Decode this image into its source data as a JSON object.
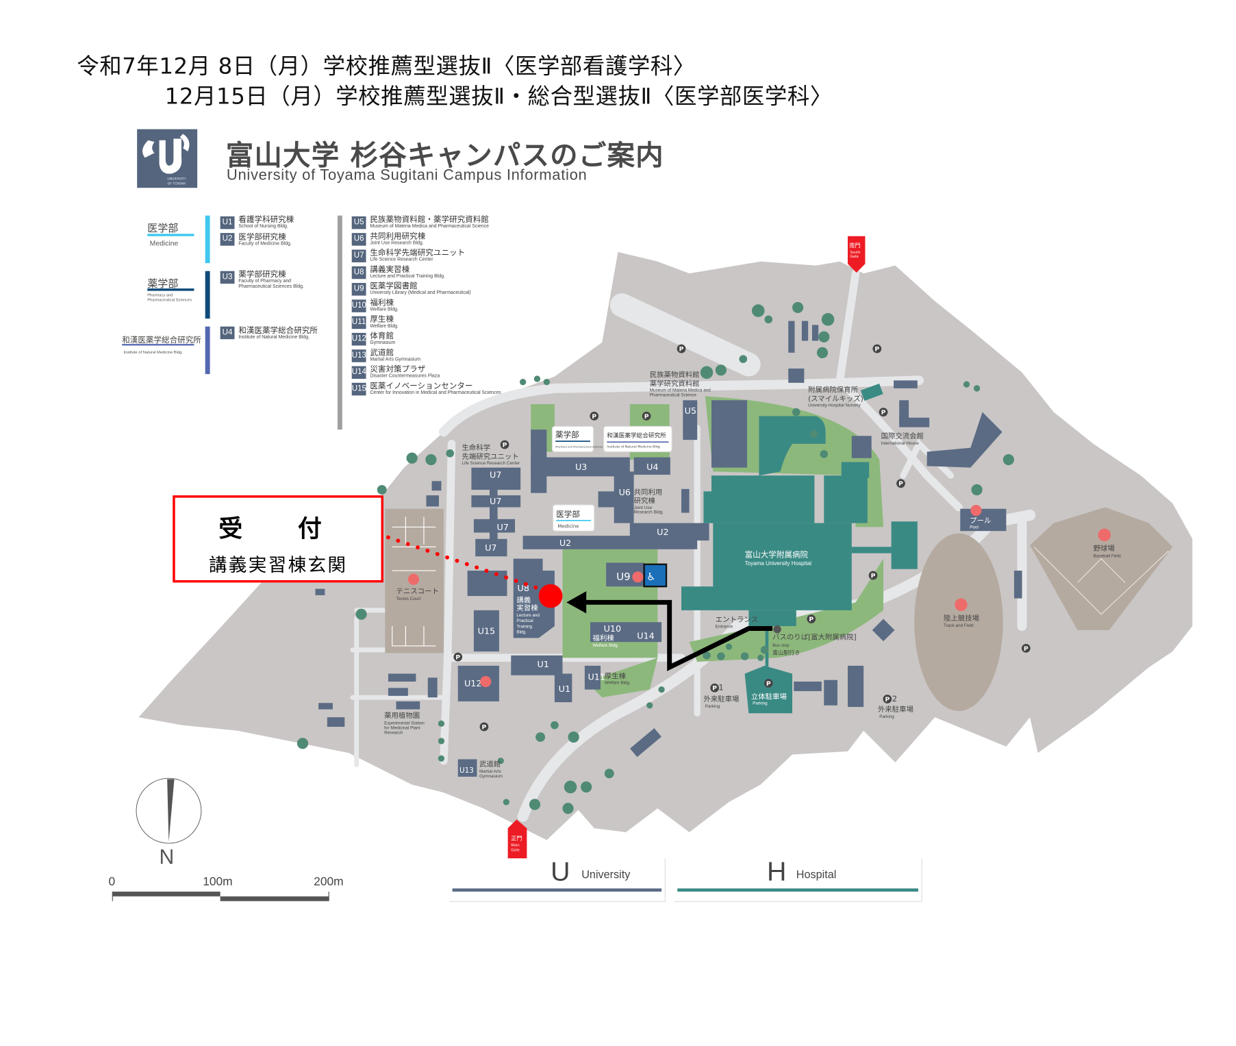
{
  "header": {
    "line1": "令和7年12月 8日（月）学校推薦型選抜Ⅱ〈医学部看護学科〉",
    "line2": "12月15日（月）学校推薦型選抜Ⅱ・総合型選抜Ⅱ〈医学部医学科〉"
  },
  "logo": {
    "text": "UNIVERSITY OF TOYAMA"
  },
  "campus": {
    "title_jp": "富山大学 杉谷キャンパスのご案内",
    "title_en": "University of Toyama Sugitani Campus Information"
  },
  "faculties": [
    {
      "jp": "医学部",
      "en": "Medicine",
      "color": "#41c8f0"
    },
    {
      "jp": "薬学部",
      "en": "Pharmacy and Pharmaceutical Sciences",
      "color": "#0f4a7a"
    },
    {
      "jp": "和漢医薬学総合研究所",
      "en": "Institute of Natural Medicine Bldg.",
      "color": "#5468b0"
    }
  ],
  "buildings": [
    {
      "code": "U1",
      "jp": "看護学科研究棟",
      "en": "School of Nursing Bldg."
    },
    {
      "code": "U2",
      "jp": "医学部研究棟",
      "en": "Faculty of Medicine Bldg."
    },
    {
      "code": "U3",
      "jp": "薬学部研究棟",
      "en": "Faculty of Pharmacy and Pharmaceutical Sciences Bldg."
    },
    {
      "code": "U4",
      "jp": "和漢医薬学総合研究所",
      "en": "Institute of Natural Medicine Bldg."
    },
    {
      "code": "U5",
      "jp": "民族薬物資料館・薬学研究資料館",
      "en": "Museum of Materia Medica and Pharmaceutical Science"
    },
    {
      "code": "U6",
      "jp": "共同利用研究棟",
      "en": "Joint Use Research Bldg."
    },
    {
      "code": "U7",
      "jp": "生命科学先端研究ユニット",
      "en": "Life Science Research Center"
    },
    {
      "code": "U8",
      "jp": "講義実習棟",
      "en": "Lecture and Practical Training Bldg."
    },
    {
      "code": "U9",
      "jp": "医薬学図書館",
      "en": "University Library (Medical and Pharmaceutical)"
    },
    {
      "code": "U10",
      "jp": "福利棟",
      "en": "Welfare Bldg."
    },
    {
      "code": "U11",
      "jp": "厚生棟",
      "en": "Welfare Bldg."
    },
    {
      "code": "U12",
      "jp": "体育館",
      "en": "Gymnasium"
    },
    {
      "code": "U13",
      "jp": "武道館",
      "en": "Martial Arts Gymnasium"
    },
    {
      "code": "U14",
      "jp": "災害対策プラザ",
      "en": "Disaster Countermeasures Plaza"
    },
    {
      "code": "U15",
      "jp": "医薬イノベーションセンター",
      "en": "Center for Innovation in Medical and Pharmaceutical Sciences"
    }
  ],
  "reception": {
    "title": "受　付",
    "location": "講義実習棟玄関"
  },
  "map": {
    "labels": [
      "生命科学",
      "先端研究ユニット",
      "Life Science Research Center",
      "共同利用",
      "研究棟",
      "Joint Use",
      "Research Bldg.",
      "講義",
      "実習棟",
      "Lecture and",
      "Practical",
      "Training",
      "Bldg.",
      "福利棟",
      "Welfare Bldg.",
      "厚生棟",
      "Welfare Bldg.",
      "武道館",
      "Martial Arts",
      "Gymnasium",
      "民族薬物資料館",
      "薬学研究資料館",
      "Museum of Materia Medica and",
      "Pharmaceutical Science",
      "附属病院保育所",
      "(スマイルキッズ)",
      "University Hospital Nursery",
      "国際交流会館",
      "International House",
      "富山大学附属病院",
      "Toyama University Hospital",
      "エントランス",
      "Entrance",
      "バスのりば[富大附属病院]",
      "Bus stop",
      "富山駅行き",
      "外来駐車場",
      "Parking",
      "立体駐車場",
      "Parking",
      "外来駐車場",
      "Parking",
      "プール",
      "Pool",
      "陸上競技場",
      "Track and Field",
      "野球場",
      "Baseball Field",
      "テニスコート",
      "Tennis Court",
      "薬用植物園",
      "Experimental Station",
      "for Medicinal Plant",
      "Research",
      "1",
      "2"
    ],
    "building_marks": [
      "U1",
      "U1",
      "U2",
      "U2",
      "U3",
      "U4",
      "U5",
      "U6",
      "U7",
      "U7",
      "U7",
      "U7",
      "U8",
      "U9",
      "U10",
      "U11",
      "U12",
      "U13",
      "U14",
      "U15"
    ],
    "signs": {
      "pharmacy": {
        "jp": "薬学部",
        "en": "Pharmacy and Pharmaceutical Sciences"
      },
      "natural_medicine": {
        "jp": "和漢医薬学総合研究所",
        "en": "Institute of Natural Medicine Bldg."
      },
      "medicine": {
        "jp": "医学部",
        "en": "Medicine"
      }
    },
    "gates": {
      "south": {
        "jp": "南門",
        "en1": "South",
        "en2": "Gate"
      },
      "main": {
        "jp": "正門",
        "en1": "Main",
        "en2": "Gate"
      }
    },
    "parking_symbol": "P"
  },
  "compass": {
    "label": "N"
  },
  "scale": {
    "ticks": [
      "0",
      "100m",
      "200m"
    ]
  },
  "legend": [
    {
      "letter": "U",
      "word": "University",
      "color": "#5b6b84"
    },
    {
      "letter": "H",
      "word": "Hospital",
      "color": "#3a8a84"
    }
  ],
  "colors": {
    "building": "#5b6b84",
    "hospital": "#3a8a84",
    "ground": "#c9c6c5",
    "road": "#e6e7e9",
    "green": "#8db87c",
    "field": "#b5aaa0",
    "route": "#ff0000",
    "gate": "#ed1c24"
  }
}
